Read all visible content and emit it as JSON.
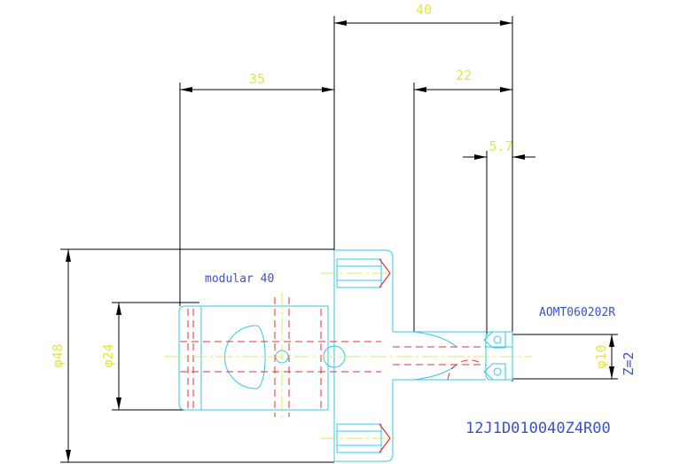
{
  "dimensions": {
    "overall_length": "40",
    "holder_length": "35",
    "insert_reach": "22",
    "insert_width": "5.7",
    "outer_diameter": "φ48",
    "bore_diameter": "φ24",
    "cut_diameter": "φ10",
    "teeth": "Z=2"
  },
  "labels": {
    "coupling": "modular 40",
    "insert_code": "AOMT060202R",
    "part_number": "12J1D010040Z4R00"
  },
  "colors": {
    "background": "#ffffff",
    "dimension_lines": "#000000",
    "dimension_text": "#e6e63c",
    "outline": "#32c8e6",
    "hidden_red": "#e63232",
    "centerline": "#e6e664",
    "annotation_blue": "#3c50c8"
  }
}
